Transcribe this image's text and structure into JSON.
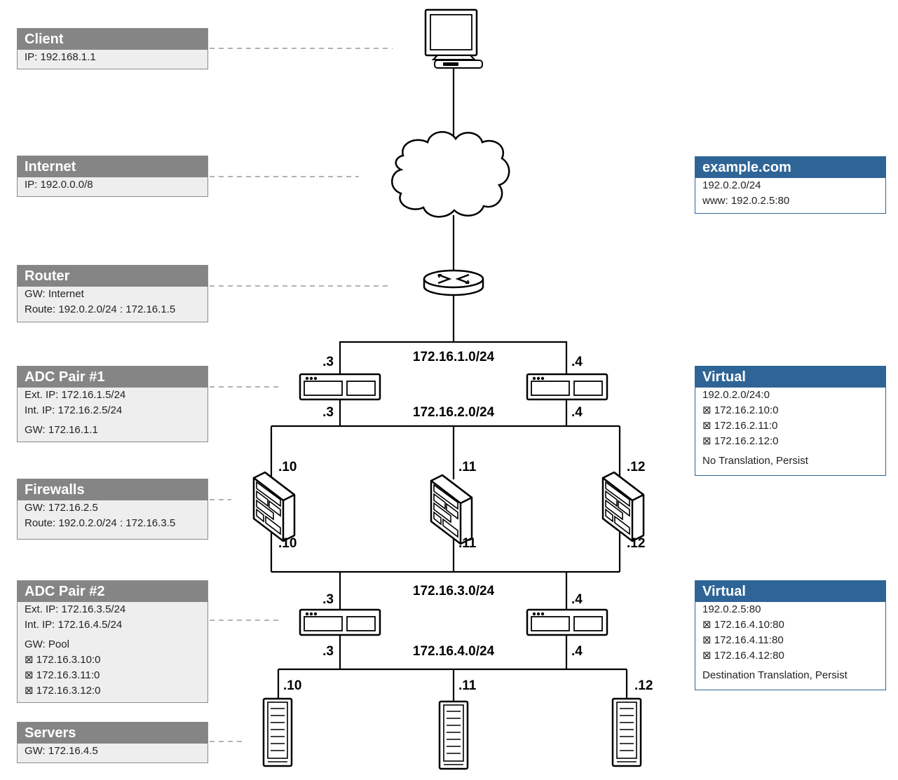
{
  "boxes": {
    "client": {
      "title": "Client",
      "lines": [
        "IP: 192.168.1.1"
      ]
    },
    "internet": {
      "title": "Internet",
      "lines": [
        "IP: 192.0.0.0/8"
      ]
    },
    "router": {
      "title": "Router",
      "lines": [
        "GW: Internet",
        "Route: 192.0.2.0/24 : 172.16.1.5"
      ]
    },
    "adc1": {
      "title": "ADC Pair #1",
      "lines": [
        "Ext. IP: 172.16.1.5/24",
        "Int. IP: 172.16.2.5/24",
        "GW: 172.16.1.1"
      ]
    },
    "firewalls": {
      "title": "Firewalls",
      "lines": [
        "GW: 172.16.2.5",
        "Route: 192.0.2.0/24 : 172.16.3.5"
      ]
    },
    "adc2": {
      "title": "ADC Pair #2",
      "lines": [
        "Ext. IP: 172.16.3.5/24",
        "Int. IP: 172.16.4.5/24",
        "GW: Pool",
        "⊠ 172.16.3.10:0",
        "⊠ 172.16.3.11:0",
        "⊠ 172.16.3.12:0"
      ]
    },
    "servers": {
      "title": "Servers",
      "lines": [
        "GW: 172.16.4.5"
      ]
    },
    "example": {
      "title": "example.com",
      "lines": [
        "192.0.2.0/24",
        "www: 192.0.2.5:80"
      ]
    },
    "virtual1": {
      "title": "Virtual",
      "lines": [
        "192.0.2.0/24:0",
        "⊠ 172.16.2.10:0",
        "⊠ 172.16.2.11:0",
        "⊠ 172.16.2.12:0",
        "No Translation, Persist"
      ]
    },
    "virtual2": {
      "title": "Virtual",
      "lines": [
        "192.0.2.5:80",
        "⊠ 172.16.4.10:80",
        "⊠ 172.16.4.11:80",
        "⊠ 172.16.4.12:80",
        "Destination Translation, Persist"
      ]
    }
  },
  "networks": {
    "n1": "172.16.1.0/24",
    "n2": "172.16.2.0/24",
    "n3": "172.16.3.0/24",
    "n4": "172.16.4.0/24"
  },
  "ports": {
    "adc1_left_top": ".3",
    "adc1_right_top": ".4",
    "adc1_left_bottom": ".3",
    "adc1_right_bottom": ".4",
    "fw_left_top": ".10",
    "fw_mid_top": ".11",
    "fw_right_top": ".12",
    "fw_left_bottom": ".10",
    "fw_mid_bottom": ".11",
    "fw_right_bottom": ".12",
    "adc2_left_top": ".3",
    "adc2_right_top": ".4",
    "adc2_left_bottom": ".3",
    "adc2_right_bottom": ".4",
    "srv_left": ".10",
    "srv_mid": ".11",
    "srv_right": ".12"
  },
  "colors": {
    "gray_header": "#858585",
    "gray_body": "#eeeeee",
    "blue_header": "#2f6596"
  }
}
